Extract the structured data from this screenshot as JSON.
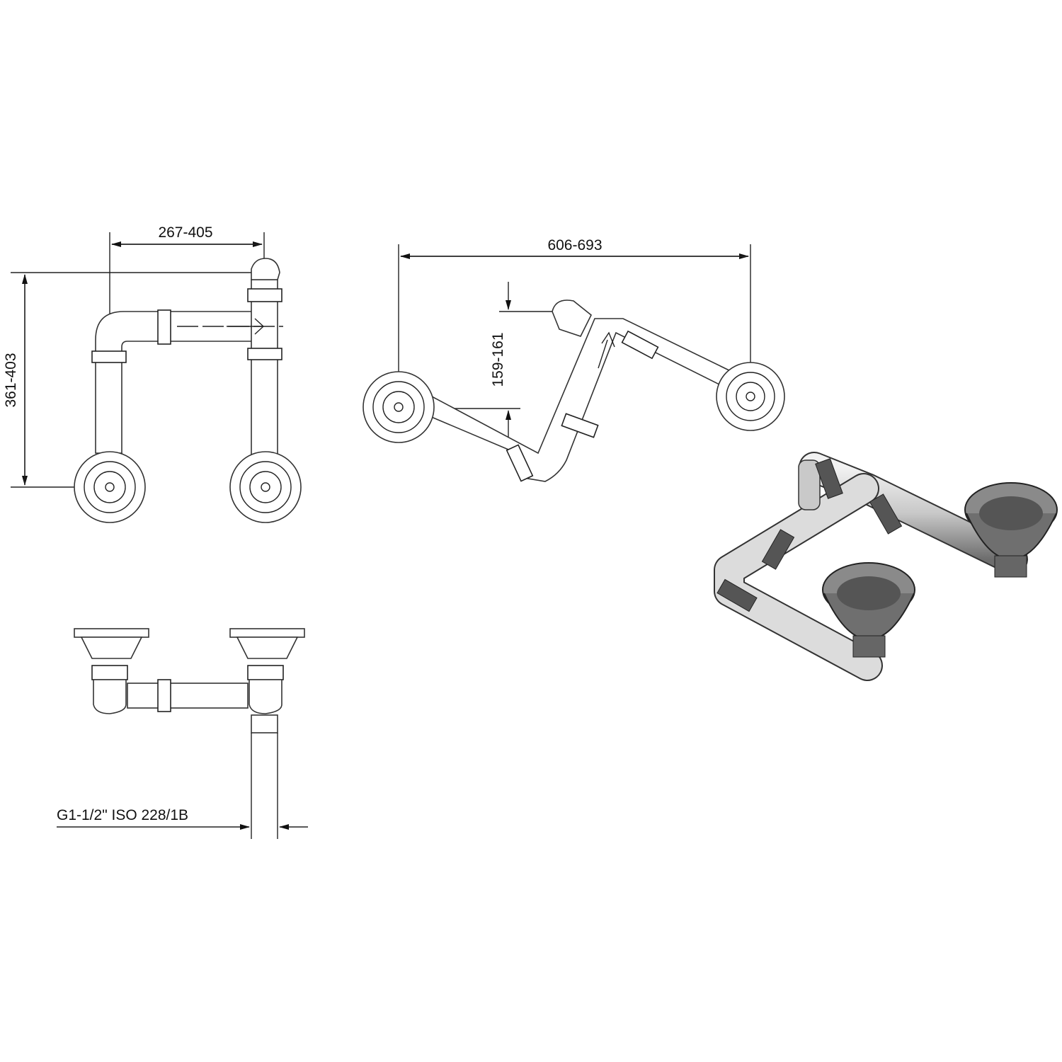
{
  "drawing": {
    "top_view": {
      "width_dimension": "267-405",
      "height_dimension": "361-403"
    },
    "rotated_view": {
      "width_dimension": "606-693",
      "offset_dimension": "159-161"
    },
    "front_view": {
      "thread_spec": "G1-1/2\" ISO 228/1B"
    }
  },
  "colors": {
    "line": "#222222",
    "shaded": "#8a8a8a"
  }
}
